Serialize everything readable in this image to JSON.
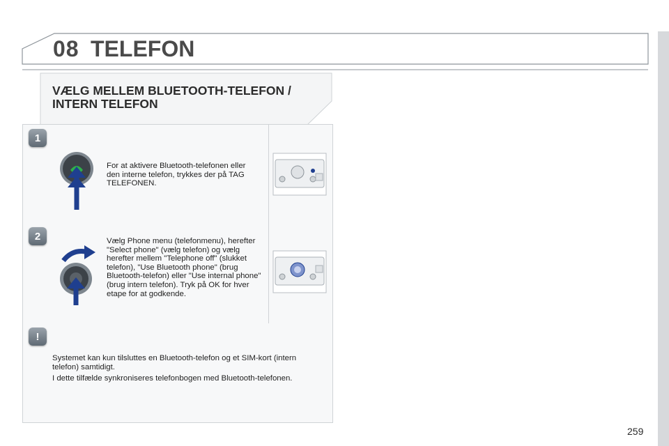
{
  "chapter": {
    "number": "08",
    "title": "TELEFON"
  },
  "section": {
    "title_line1": "VÆLG MELLEM BLUETOOTH-TELEFON /",
    "title_line2": "INTERN TELEFON"
  },
  "steps": [
    {
      "badge": "1",
      "text": "For at aktivere Bluetooth-telefonen eller den interne telefon, trykkes der på TAG TELEFONEN.",
      "icon": "phone-button-icon"
    },
    {
      "badge": "2",
      "text": "Vælg Phone menu (telefonmenu), herefter \"Select phone\" (vælg telefon) og vælg herefter mellem \"Telephone off\" (slukket telefon), \"Use Bluetooth phone\" (brug Bluetooth-telefon) eller \"Use internal phone\" (brug intern telefon). Tryk på OK for hver etape for at godkende.",
      "icon": "rotary-dial-icon"
    }
  ],
  "note": {
    "badge": "!",
    "line1": "Systemet kan kun tilsluttes en Bluetooth-telefon og et SIM-kort (intern telefon) samtidigt.",
    "line2": "I dette tilfælde synkroniseres telefonbogen med Bluetooth-telefonen."
  },
  "page_number": "259",
  "colors": {
    "accent": "#1f3f8f",
    "header_text": "#4a4a4a",
    "panel_bg": "#f7f8f9",
    "border": "#cfd3d6"
  }
}
